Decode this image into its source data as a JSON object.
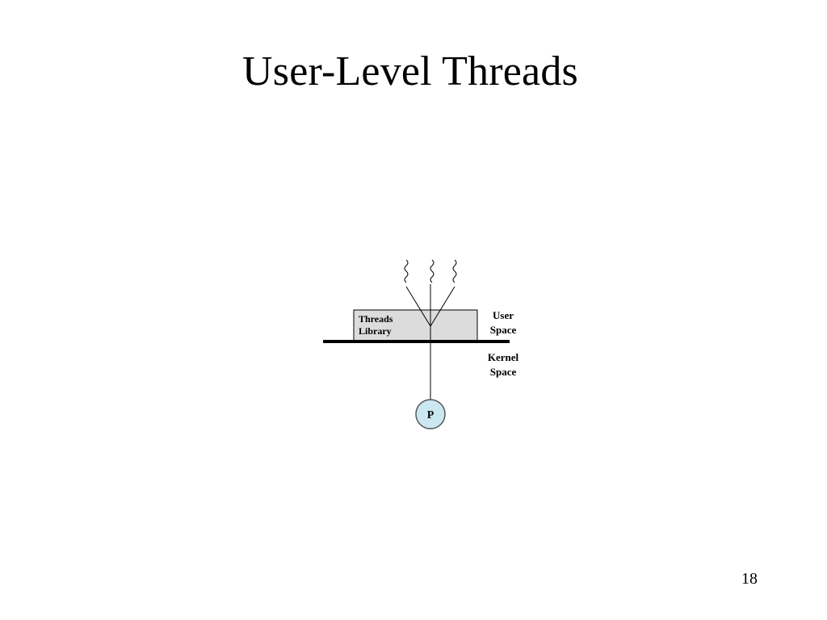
{
  "slide": {
    "title": "User-Level Threads",
    "page_number": "18"
  },
  "diagram": {
    "threads_library_line1": "Threads",
    "threads_library_line2": "Library",
    "user_space_line1": "User",
    "user_space_line2": "Space",
    "kernel_space_line1": "Kernel",
    "kernel_space_line2": "Space",
    "process_label": "P",
    "colors": {
      "library_box_fill": "#dcdcdc",
      "process_fill": "#cbe8f2",
      "lines": "#000000"
    }
  }
}
